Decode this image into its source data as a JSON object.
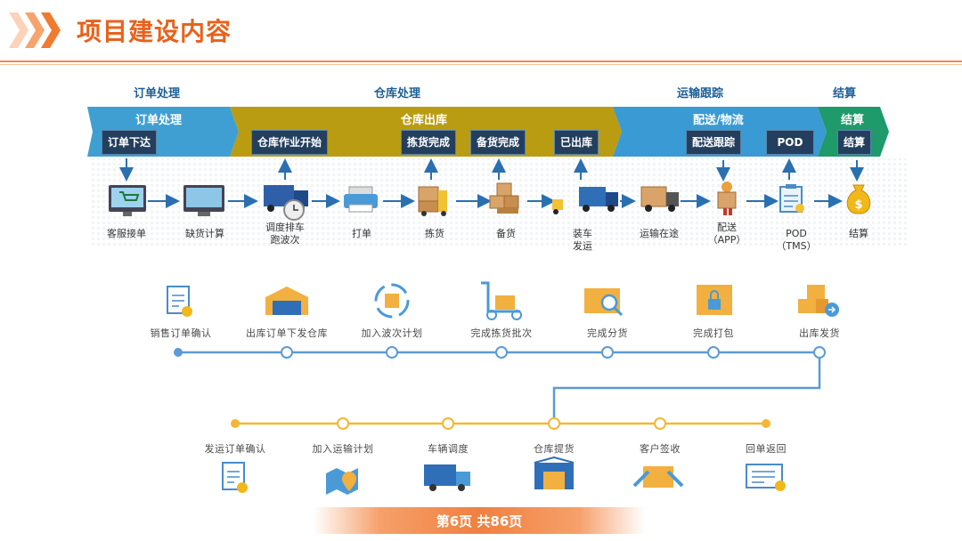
{
  "header": {
    "title": "项目建设内容"
  },
  "sections": {
    "order": "订单处理",
    "warehouse": "仓库处理",
    "transport": "运输跟踪",
    "settlement": "结算"
  },
  "bands": {
    "order": "订单处理",
    "warehouse_out": "仓库出库",
    "delivery": "配送/物流",
    "settlement": "结算"
  },
  "stage_boxes": {
    "order_placed": "订单下达",
    "warehouse_start": "仓库作业开始",
    "picking_done": "拣货完成",
    "prep_done": "备货完成",
    "out_of_stock": "已出库",
    "delivery_tracking": "配送跟踪",
    "pod": "POD",
    "settlement": "结算"
  },
  "flow_steps": {
    "customer_order": "客服接单",
    "shortage_calc": "缺货计算",
    "dispatch_1": "调度排车",
    "dispatch_2": "跑波次",
    "print": "打单",
    "pick": "拣货",
    "prepare": "备货",
    "load_1": "装车",
    "load_2": "发运",
    "in_transit": "运输在途",
    "deliver_1": "配送",
    "deliver_2": "（APP）",
    "pod_1": "POD",
    "pod_2": "（TMS）",
    "settle": "结算"
  },
  "timeline_top": {
    "n1": "销售订单确认",
    "n2": "出库订单下发仓库",
    "n3": "加入波次计划",
    "n4": "完成拣货批次",
    "n5": "完成分货",
    "n6": "完成打包",
    "n7": "出库发货"
  },
  "timeline_bottom": {
    "n1": "发运订单确认",
    "n2": "加入运输计划",
    "n3": "车辆调度",
    "n4": "仓库提货",
    "n5": "客户签收",
    "n6": "回单返回"
  },
  "footer": {
    "page": "第6页  共86页"
  },
  "colors": {
    "accent": "#e8621c",
    "blue_band": "#3a9bd0",
    "olive_band": "#b59a12",
    "green_band": "#1e9a6b",
    "timeline_blue": "#5b9bd5",
    "timeline_orange": "#f5b733"
  }
}
